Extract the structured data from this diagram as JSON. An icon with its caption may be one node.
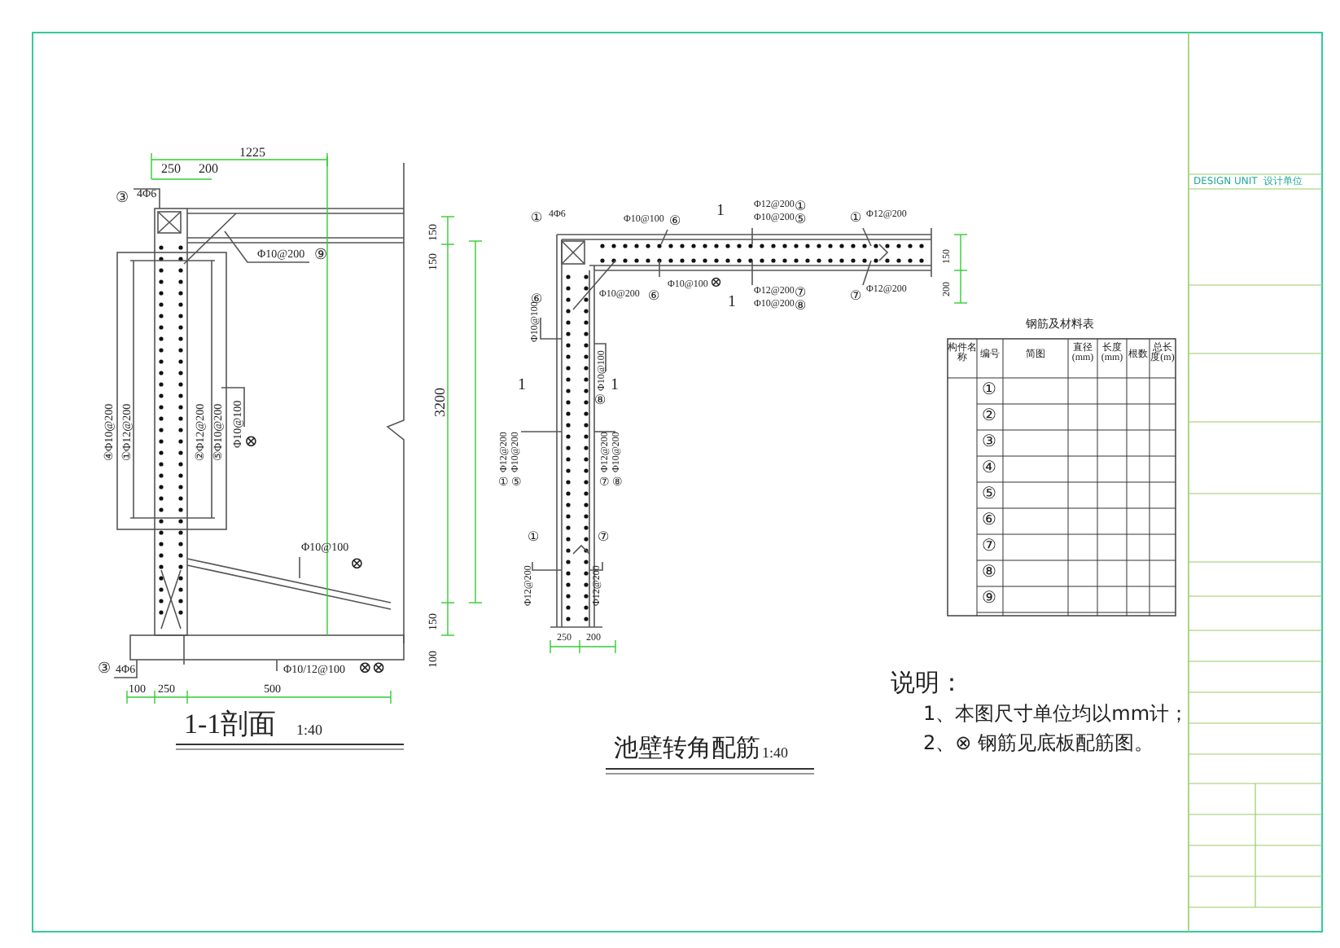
{
  "diagram": {
    "labels": [
      "1225",
      "250",
      "200",
      "③",
      "4Φ6",
      "Φ10@200",
      "⑨",
      "④Φ10@200",
      "①Φ12@200",
      "②Φ12@200",
      "⑤Φ10@200",
      "Φ10@100",
      "⊗",
      "150",
      "150",
      "3200",
      "150",
      "100",
      "Φ10@100",
      "⊗",
      "③",
      "4Φ6",
      "Φ10/12@100",
      "⊗⊗",
      "100",
      "250",
      "500",
      "1-1剖面",
      "1:40",
      "①",
      "4Φ6",
      "Φ10@100",
      "⑥",
      "1",
      "Φ12@200",
      "Φ10@200",
      "①",
      "⑤",
      "①",
      "Φ12@200",
      "150",
      "200",
      "Φ10@100",
      "⊗",
      "1",
      "Φ12@200",
      "Φ10@200",
      "⑦",
      "⑧",
      "⑦",
      "Φ12@200",
      "⑥",
      "Φ10@100",
      "Φ10@200",
      "⑥",
      "Φ10@100",
      "⑧",
      "1",
      "1",
      "Φ12@200",
      "Φ10@200",
      "①",
      "⑤",
      "Φ12@200",
      "Φ10@200",
      "⑦",
      "⑧",
      "①",
      "Φ12@200",
      "⑦",
      "Φ12@200",
      "250",
      "200",
      "池壁转角配筋",
      "1:40",
      "钢筋及材料表",
      "构件名称",
      "编号",
      "简图",
      "直径(mm)",
      "长度(mm)",
      "根数",
      "总长度(m)",
      "①",
      "②",
      "③",
      "④",
      "⑤",
      "⑥",
      "⑦",
      "⑧",
      "⑨",
      "说明：",
      "1、本图尺寸单位均以mm计；",
      "2、⊗ 钢筋见底板配筋图。",
      "DESIGN UNIT",
      "设计单位"
    ]
  }
}
